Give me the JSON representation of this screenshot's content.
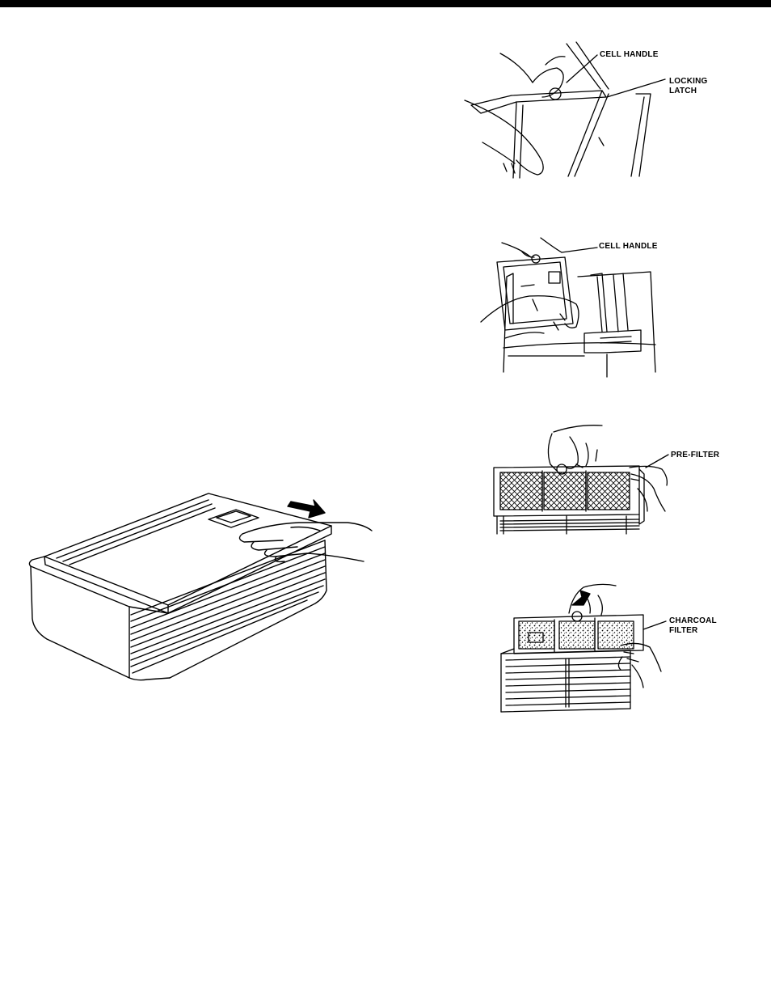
{
  "figures": {
    "cell_removal": {
      "cell_handle_label": "CELL HANDLE",
      "locking_latch_label_line1": "LOCKING",
      "locking_latch_label_line2": "LATCH"
    },
    "cell_lift": {
      "cell_handle_label": "CELL HANDLE"
    },
    "prefilter": {
      "pre_filter_label": "PRE-FILTER"
    },
    "charcoal": {
      "charcoal_filter_label_line1": "CHARCOAL",
      "charcoal_filter_label_line2": "FILTER"
    }
  }
}
